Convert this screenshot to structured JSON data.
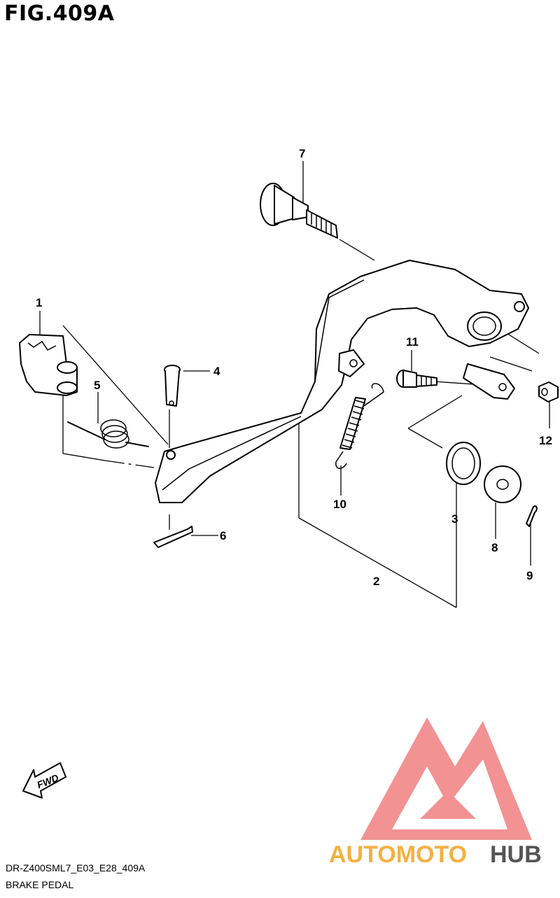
{
  "header": {
    "title": "FIG.409A"
  },
  "footer": {
    "code": "DR-Z400SML7_E03_E28_409A",
    "caption": "BRAKE PEDAL"
  },
  "callouts": {
    "c1": "1",
    "c2": "2",
    "c3": "3",
    "c4": "4",
    "c5": "5",
    "c6": "6",
    "c7": "7",
    "c8": "8",
    "c9": "9",
    "c10": "10",
    "c11": "11",
    "c12": "12"
  },
  "fwd_arrow": {
    "label": "FWD"
  },
  "watermark": {
    "brand_part1": "AUTOMOTO",
    "brand_part2": "HUB",
    "color_main": "#f08080",
    "color_accent": "#f5b041",
    "color_dark": "#555555"
  },
  "colors": {
    "line": "#000000",
    "background": "#ffffff"
  }
}
